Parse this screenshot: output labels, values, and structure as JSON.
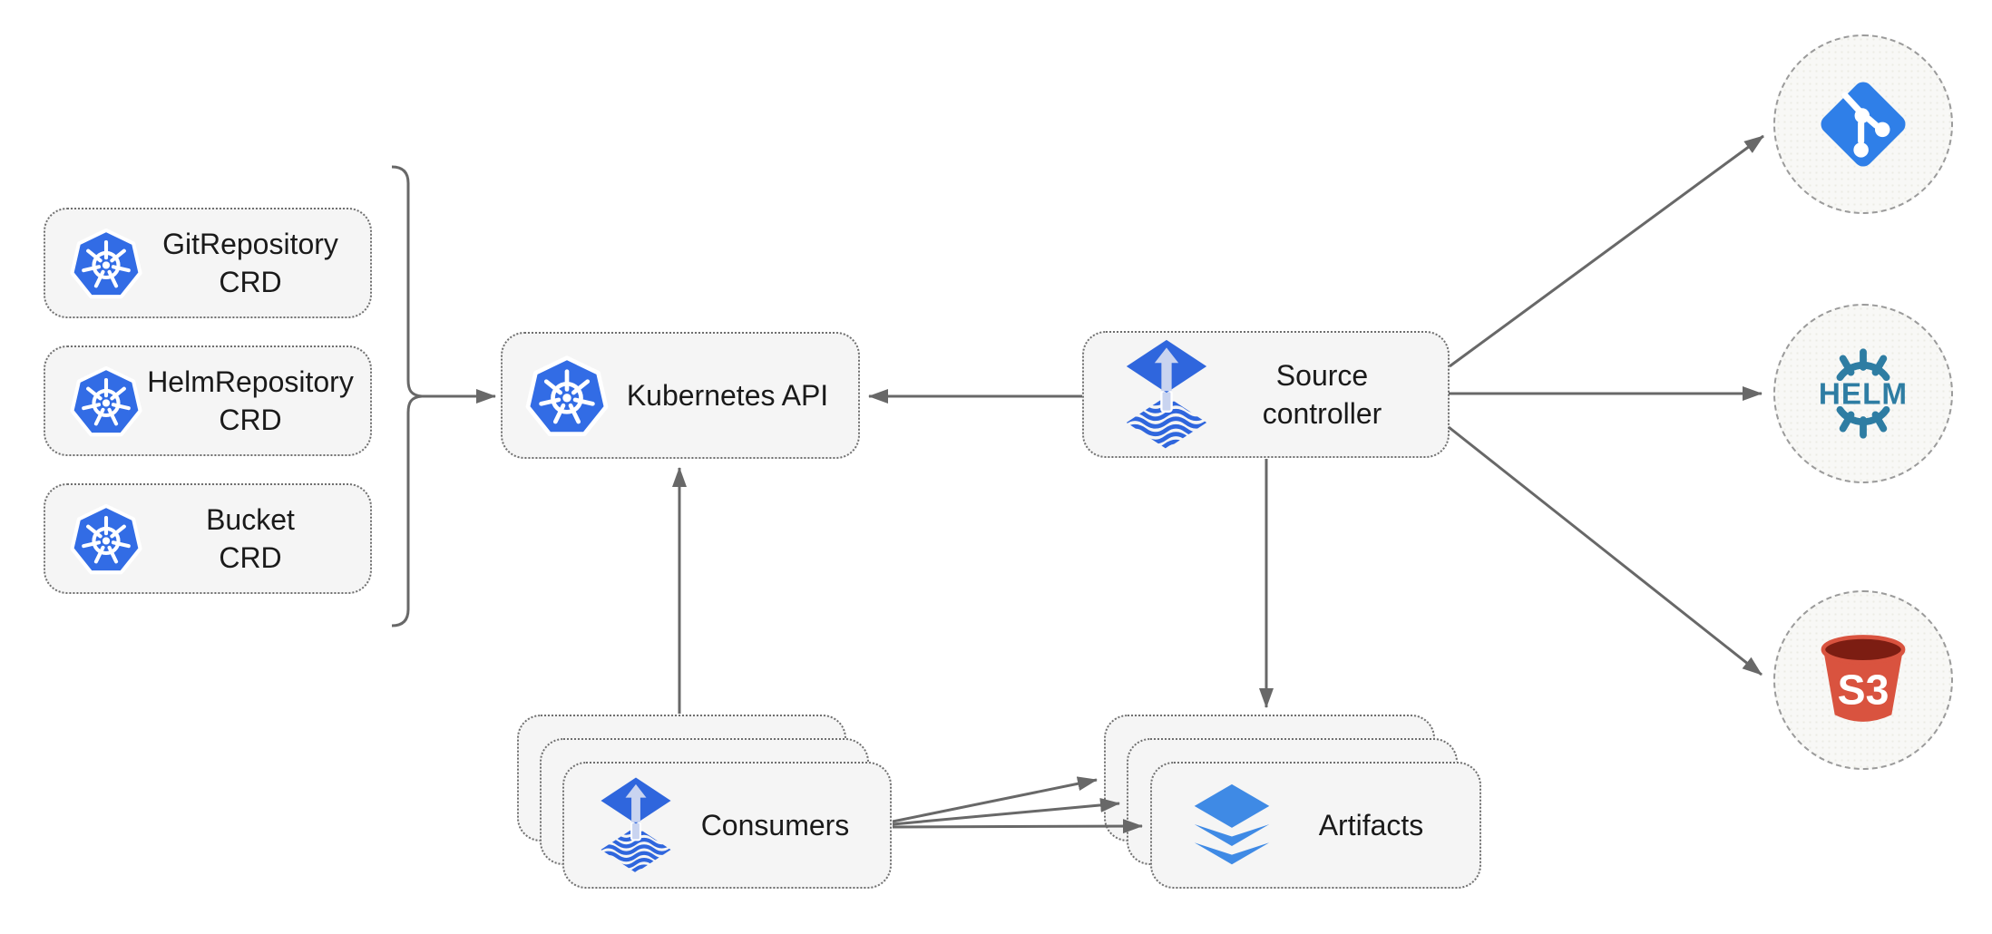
{
  "diagram": {
    "crd_boxes": [
      {
        "line1": "GitRepository",
        "line2": "CRD"
      },
      {
        "line1": "HelmRepository",
        "line2": "CRD"
      },
      {
        "line1": "Bucket",
        "line2": "CRD"
      }
    ],
    "kubernetes_api": {
      "label": "Kubernetes API"
    },
    "source_controller": {
      "line1": "Source",
      "line2": "controller"
    },
    "consumers": {
      "label": "Consumers"
    },
    "artifacts": {
      "label": "Artifacts"
    },
    "endpoints": {
      "git": {
        "icon": "git-icon"
      },
      "helm": {
        "icon": "helm-icon",
        "text": "HELM"
      },
      "s3": {
        "icon": "s3-bucket-icon",
        "text": "S3"
      }
    },
    "colors": {
      "kubernetes_blue": "#326ce5",
      "flux_blue": "#2f66dd",
      "flux_arrow_light": "#c9d4f0",
      "git_blue": "#2f7fe8",
      "helm_teal": "#2e7da3",
      "s3_red": "#d9533f",
      "s3_dark_red": "#7c1d12",
      "layers_blue": "#3f8ae5",
      "arrow_gray": "#686868",
      "node_fill": "#f5f5f5",
      "node_border": "#6f6f6f",
      "circle_border": "#9b9b9b"
    }
  }
}
